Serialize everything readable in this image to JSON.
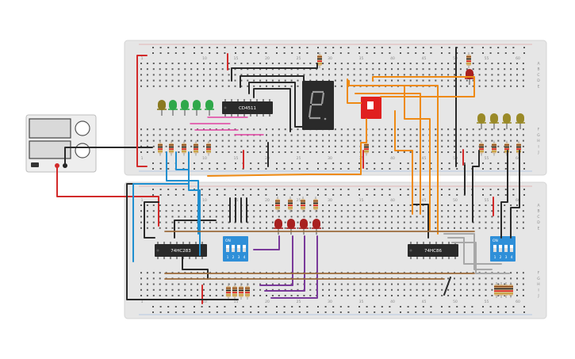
{
  "colors": {
    "board": "#e6e6e6",
    "board_edge": "#d4d4d4",
    "hole": "#5a5a5a",
    "rail_red": "#d42b2b",
    "rail_blue": "#2b6fd4",
    "chip": "#2a2a2a",
    "dip": "#2f8fd8",
    "wire_black": "#2a2a2a",
    "wire_red": "#d22a2a",
    "wire_orange": "#ee8a14",
    "wire_blue": "#1f8fd0",
    "wire_purple": "#7a3a9a",
    "wire_gray": "#a8a8a8",
    "wire_brown": "#9a6a3a",
    "wire_pink": "#e040a0",
    "led_green": "#2fa84a",
    "led_olive": "#8a7a20",
    "led_red": "#a82020",
    "led_amber": "#9a8a28",
    "switch_red": "#e02020",
    "seg_display": "#2a2a2a"
  },
  "power_supply": {
    "icon": "power-supply-icon"
  },
  "boards": {
    "top": {
      "col_labels": [
        "1",
        "10",
        "15",
        "20",
        "25",
        "30",
        "35",
        "40",
        "45",
        "50",
        "55",
        "60"
      ],
      "row_labels": [
        "A",
        "B",
        "C",
        "D",
        "E",
        "F",
        "G",
        "H",
        "I",
        "J"
      ]
    },
    "bottom": {
      "col_labels": [
        "1",
        "10",
        "15",
        "20",
        "25",
        "30",
        "35",
        "40",
        "45",
        "50",
        "55",
        "60"
      ],
      "row_labels": [
        "A",
        "B",
        "C",
        "D",
        "E",
        "F",
        "G",
        "H",
        "I",
        "J"
      ]
    }
  },
  "chips": {
    "decoder": "CD4511",
    "adder": "74HC283",
    "xor": "74HC86"
  },
  "dip_switches": {
    "label_on": "ON",
    "positions": [
      "1",
      "2",
      "3",
      "4"
    ]
  }
}
